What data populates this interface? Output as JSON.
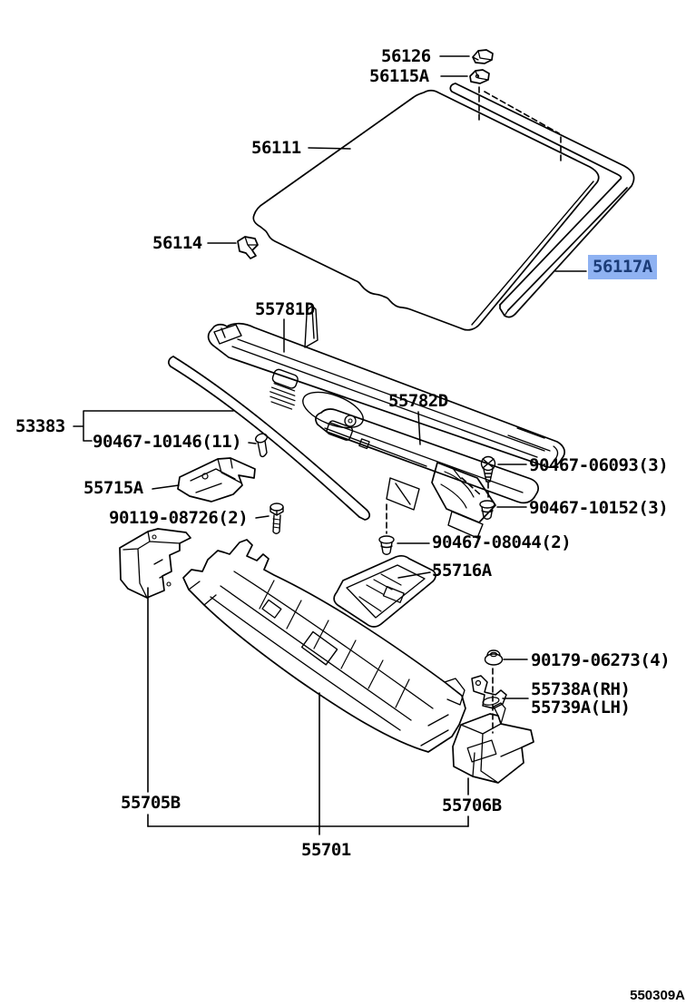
{
  "diagram": {
    "footer_code": "550309A",
    "background_color": "#ffffff",
    "line_color": "#000000",
    "highlight_bg": "#8FB2F2",
    "highlight_text": "#1B3C78"
  },
  "labels": {
    "l56126": "56126",
    "l56115A": "56115A",
    "l56111": "56111",
    "l56114": "56114",
    "l56117A": "56117A",
    "l55781D": "55781D",
    "l53383": "53383",
    "l90467_10146": "90467-10146(11)",
    "l55782D": "55782D",
    "l90467_06093": "90467-06093(3)",
    "l90467_10152": "90467-10152(3)",
    "l55715A": "55715A",
    "l90119_08726": "90119-08726(2)",
    "l90467_08044": "90467-08044(2)",
    "l55716A": "55716A",
    "l90179_06273": "90179-06273(4)",
    "l55738A": "55738A(RH)",
    "l55739A": "55739A(LH)",
    "l55705B": "55705B",
    "l55706B": "55706B",
    "l55701": "55701"
  }
}
